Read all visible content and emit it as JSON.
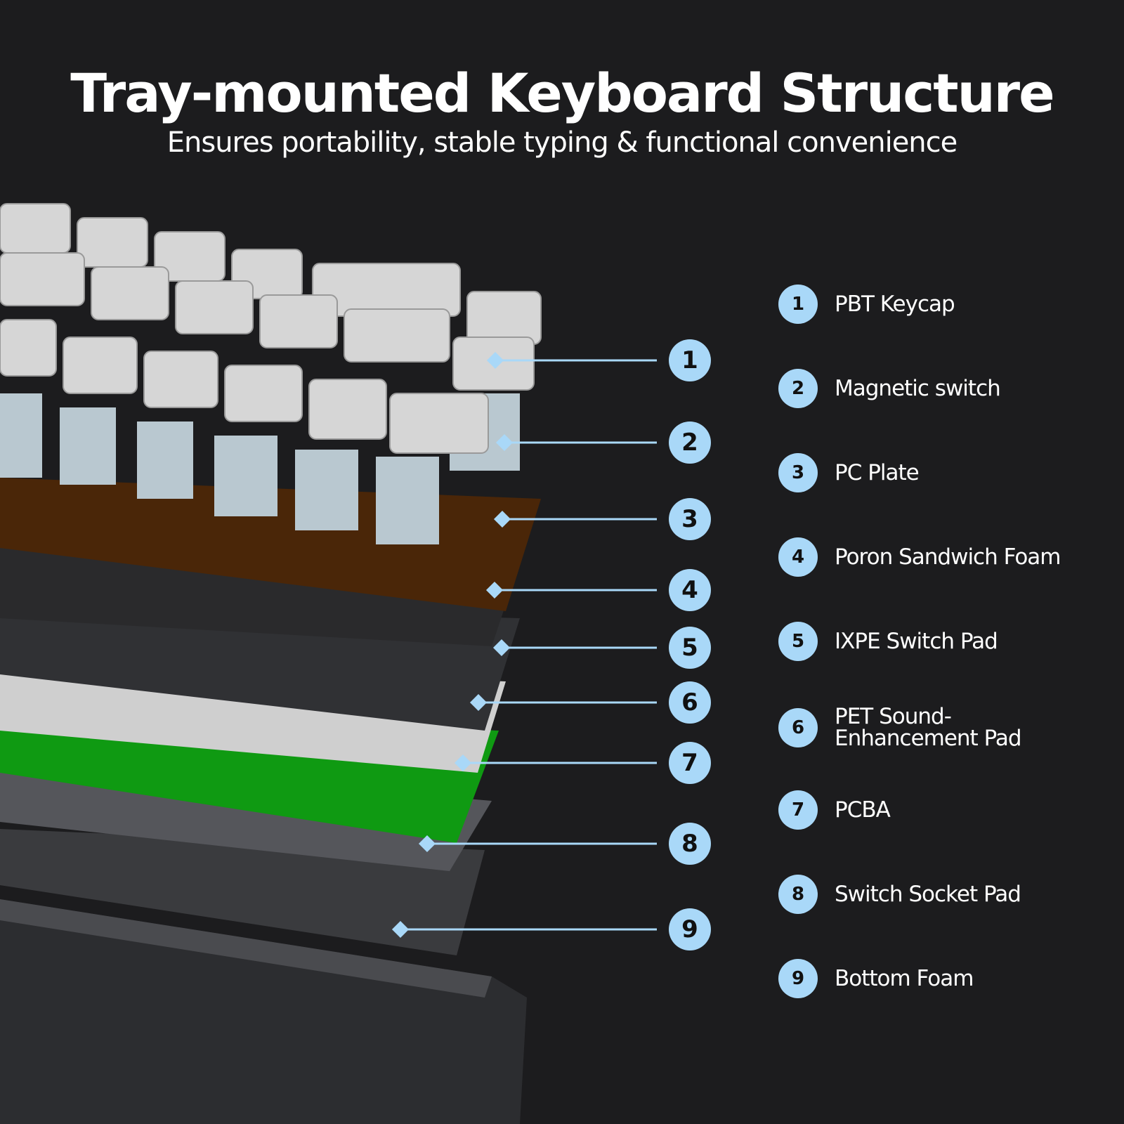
{
  "title": "Tray-mounted Keyboard Structure",
  "subtitle": "Ensures portability, stable typing & functional convenience",
  "accent_color": "#a9d8f8",
  "layers": [
    {
      "number": "1",
      "label": "PBT Keycap"
    },
    {
      "number": "2",
      "label": "Magnetic switch"
    },
    {
      "number": "3",
      "label": "PC Plate"
    },
    {
      "number": "4",
      "label": "Poron Sandwich Foam"
    },
    {
      "number": "5",
      "label": "IXPE Switch Pad"
    },
    {
      "number": "6",
      "label": "PET Sound-Enhancement Pad"
    },
    {
      "number": "7",
      "label": "PCBA"
    },
    {
      "number": "8",
      "label": "Switch Socket Pad"
    },
    {
      "number": "9",
      "label": "Bottom Foam"
    }
  ]
}
